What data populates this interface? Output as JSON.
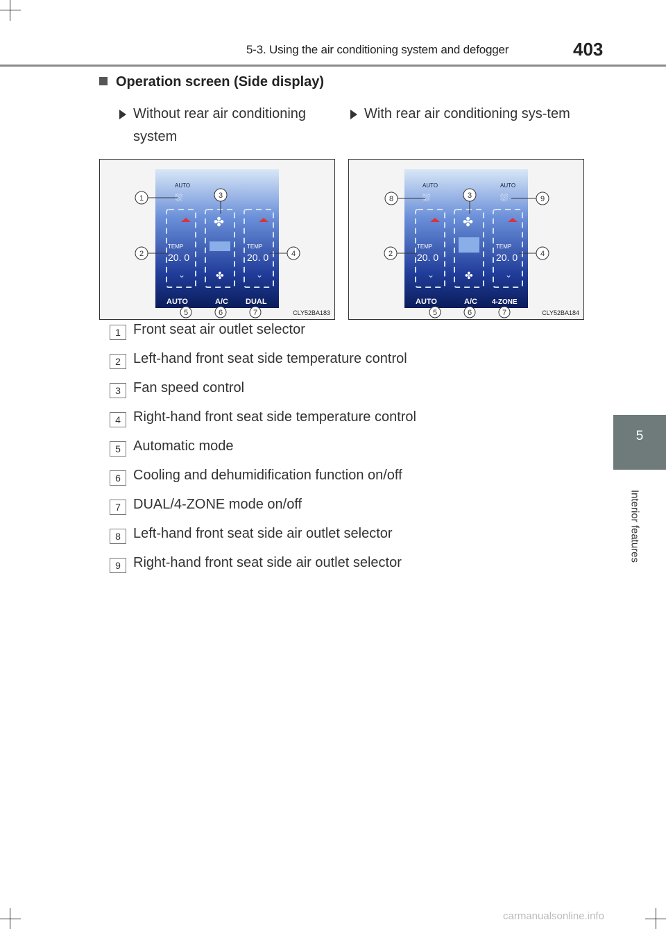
{
  "header": {
    "title": "5-3. Using the air conditioning system and defogger",
    "page_number": "403"
  },
  "side_tab": {
    "chapter": "5",
    "label": "Interior features"
  },
  "section": {
    "title": "Operation screen (Side display)"
  },
  "columns": [
    {
      "heading": "Without rear air conditioning system"
    },
    {
      "heading": "With rear air conditioning sys-tem"
    }
  ],
  "figures": [
    {
      "code": "CLY52BA183",
      "screen": {
        "top_label": "AUTO",
        "temp_label": "TEMP",
        "temp_value": "20. 0",
        "bottom": [
          "AUTO",
          "A/C",
          "DUAL"
        ]
      },
      "callouts": [
        "1",
        "2",
        "3",
        "4",
        "5",
        "6",
        "7"
      ]
    },
    {
      "code": "CLY52BA184",
      "screen": {
        "top_label": "AUTO",
        "temp_label": "TEMP",
        "temp_value": "20. 0",
        "bottom": [
          "AUTO",
          "A/C",
          "4-ZONE"
        ]
      },
      "callouts": [
        "8",
        "2",
        "3",
        "9",
        "4",
        "5",
        "6",
        "7"
      ]
    }
  ],
  "legend": [
    {
      "num": "1",
      "text": "Front seat air outlet selector"
    },
    {
      "num": "2",
      "text": "Left-hand front seat side temperature control"
    },
    {
      "num": "3",
      "text": "Fan speed control"
    },
    {
      "num": "4",
      "text": "Right-hand front seat side temperature control"
    },
    {
      "num": "5",
      "text": "Automatic mode"
    },
    {
      "num": "6",
      "text": "Cooling and dehumidification function on/off"
    },
    {
      "num": "7",
      "text": "DUAL/4-ZONE mode on/off"
    },
    {
      "num": "8",
      "text": "Left-hand front seat side air outlet selector"
    },
    {
      "num": "9",
      "text": "Right-hand front seat side air outlet selector"
    }
  ],
  "watermark": "carmanualsonline.info",
  "colors": {
    "tab": "#6f7b7a",
    "screen_top": "#cfe0f4",
    "screen_bottom": "#0a1c5a",
    "accent_red": "#e0303a"
  }
}
